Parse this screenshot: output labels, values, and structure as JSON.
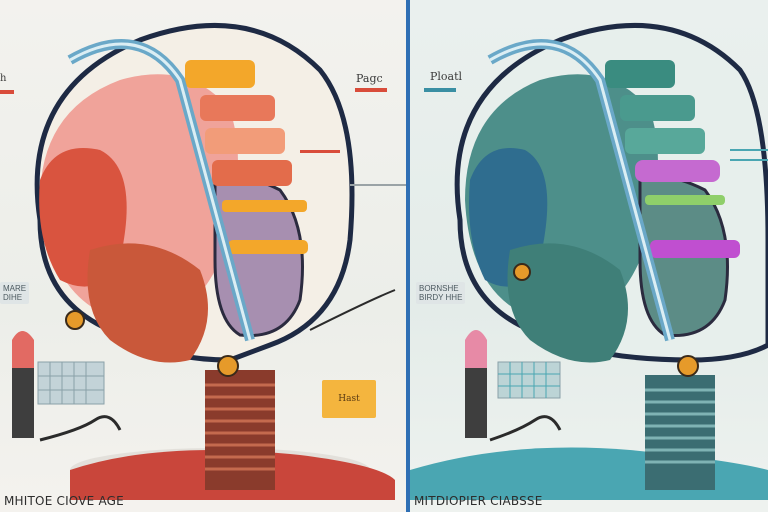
{
  "left_panel": {
    "corner_label": "Pagc",
    "top_left_fragment": "h",
    "side_tag_lines": [
      "MARE",
      "DIHE"
    ],
    "sticky_note": "Hast",
    "caption": "MHITOE CIOVE AGE",
    "colors": {
      "accent": "#d94c3a",
      "skin": "#f0a39a",
      "bar": "#f3a72a"
    }
  },
  "right_panel": {
    "corner_label": "Ploatl",
    "side_tag_lines": [
      "BORNSHE",
      "BIRDY HHE"
    ],
    "caption": "MITDIOPIER CIABSSE",
    "colors": {
      "accent": "#4aa6b2",
      "skin": "#4d8f8a",
      "bar": "#c04fd0"
    }
  },
  "divider_color": "#2f6fb4"
}
